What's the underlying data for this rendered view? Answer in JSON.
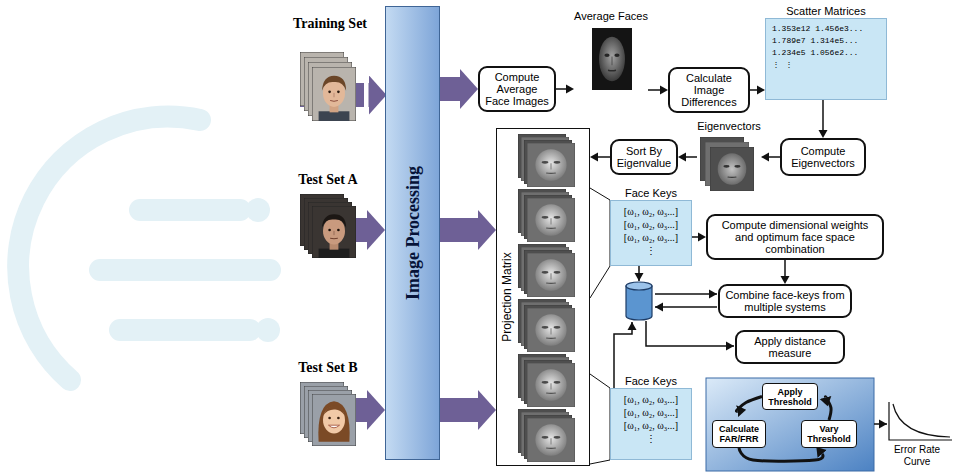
{
  "diagram": {
    "nodes": [
      {
        "text": [
          "Training Set"
        ]
      },
      {
        "text": [
          "Test Set A"
        ]
      },
      {
        "text": [
          "Test Set B"
        ]
      },
      {
        "text": [
          "Image Processing"
        ]
      },
      {
        "text": [
          "Compute Average Face Images"
        ]
      },
      {
        "text": [
          "Average Faces"
        ]
      },
      {
        "text": [
          "Calculate Image Differences"
        ]
      },
      {
        "text": [
          "Scatter Matrices",
          "1.353e12 1.456e3...",
          "1.789e7 1.314e5...",
          "1.234e5 1.056e2...",
          "⋮ ⋮"
        ]
      },
      {
        "text": [
          "Compute Eigenvectors"
        ]
      },
      {
        "text": [
          "Eigenvectors"
        ]
      },
      {
        "text": [
          "Sort By Eigenvalue"
        ]
      },
      {
        "text": [
          "Projection Matrix"
        ]
      },
      {
        "text": [
          "Face Keys",
          "[ω₁, ω₂, ω₃...]",
          "[ω₁, ω₂, ω₃...]",
          "[ω₁, ω₂, ω₃...]",
          "⋮"
        ]
      },
      {
        "text": [
          "Compute dimensional weights and optimum face space combination"
        ]
      },
      {
        "text": [
          "Combine face-keys from multiple systems"
        ]
      },
      {
        "text": [
          "Apply distance measure"
        ]
      },
      {
        "text": [
          "Face Keys",
          "[ω₁, ω₂, ω₃...]",
          "[ω₁, ω₂, ω₃...]",
          "[ω₁, ω₂, ω₃...]",
          "⋮"
        ]
      },
      {
        "text": [
          "Apply Threshold"
        ]
      },
      {
        "text": [
          "Calculate FAR/FRR"
        ]
      },
      {
        "text": [
          "Vary Threshold"
        ]
      },
      {
        "text": [
          "Error Rate Curve"
        ]
      }
    ],
    "edges": [
      {
        "from": 0,
        "to": 3,
        "arrow": "to"
      },
      {
        "from": 1,
        "to": 3,
        "arrow": "to"
      },
      {
        "from": 2,
        "to": 3,
        "arrow": "to"
      },
      {
        "from": 3,
        "to": 4,
        "arrow": "to"
      },
      {
        "from": 3,
        "to": 11,
        "arrow": "to"
      },
      {
        "from": 3,
        "to": 11,
        "arrow": "to"
      },
      {
        "from": 4,
        "to": 5,
        "arrow": "to"
      },
      {
        "from": 5,
        "to": 6,
        "arrow": "to"
      },
      {
        "from": 6,
        "to": 7,
        "arrow": "to"
      },
      {
        "from": 7,
        "to": 8,
        "arrow": "to"
      },
      {
        "from": 8,
        "to": 9,
        "arrow": "to"
      },
      {
        "from": 9,
        "to": 10,
        "arrow": "to"
      },
      {
        "from": 10,
        "to": 11,
        "arrow": "to"
      },
      {
        "from": 11,
        "to": 12,
        "arrow": "none"
      },
      {
        "from": 11,
        "to": 16,
        "arrow": "none"
      },
      {
        "from": 12,
        "to": 13,
        "arrow": "to"
      },
      {
        "from": 13,
        "to": 14,
        "arrow": "to"
      },
      {
        "from": 17,
        "to": 18,
        "arrow": "to"
      },
      {
        "from": 18,
        "to": 19,
        "arrow": "to"
      },
      {
        "from": 19,
        "to": 17,
        "arrow": "to"
      }
    ]
  }
}
